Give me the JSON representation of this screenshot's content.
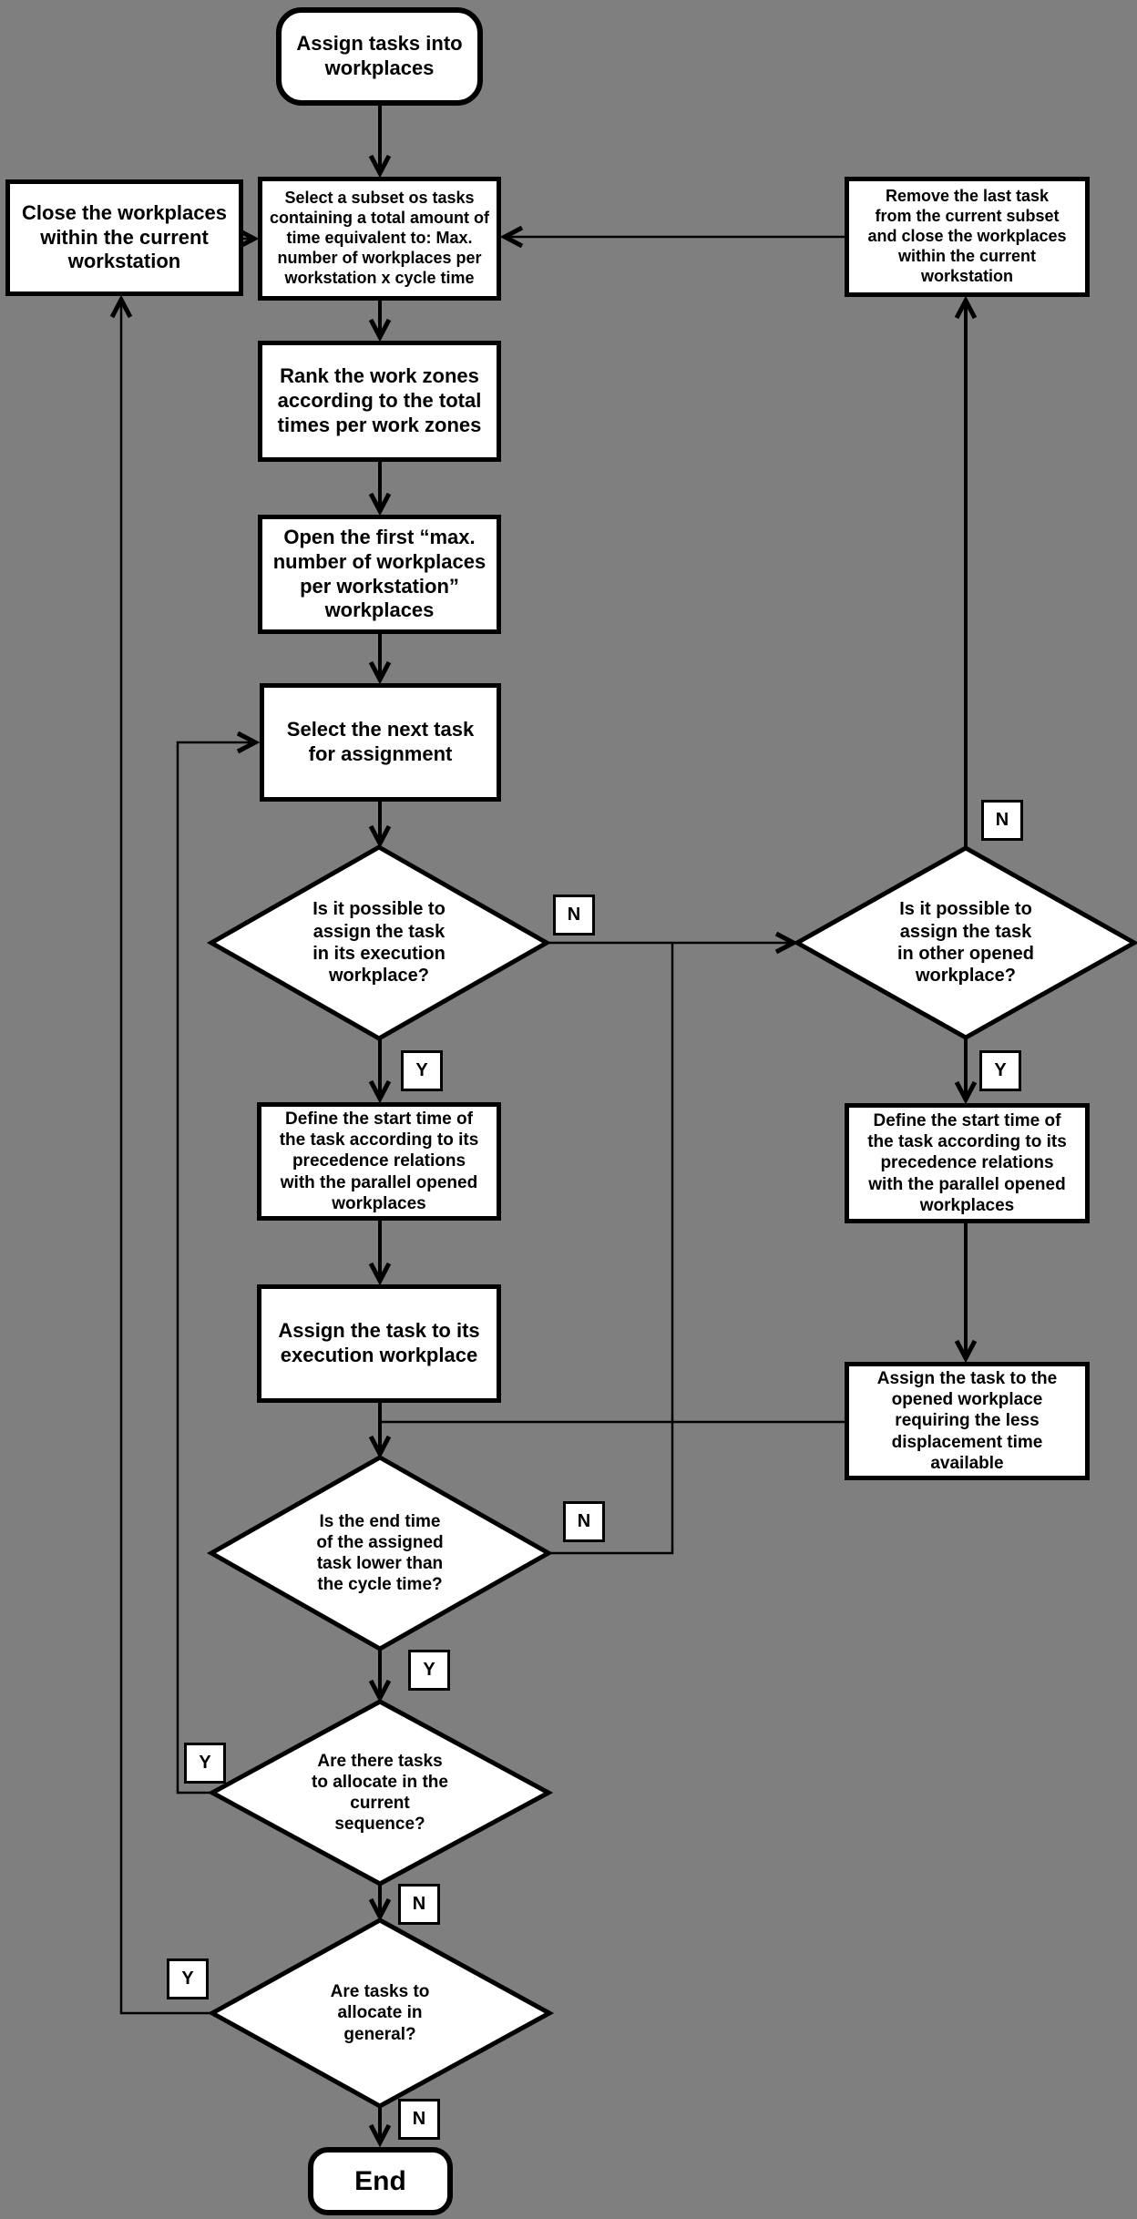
{
  "colors": {
    "background": "#7f7f7f",
    "shape_fill": "#ffffff",
    "shape_border": "#000000",
    "text": "#000000"
  },
  "branch_labels": {
    "yes": "Y",
    "no": "N"
  },
  "nodes": {
    "start": {
      "type": "terminator",
      "label": "Assign tasks into\nworkplaces"
    },
    "select_subset": {
      "type": "process",
      "label": "Select a subset os tasks\ncontaining a total amount of\ntime equivalent to: Max.\nnumber of workplaces per\nworkstation x cycle time"
    },
    "close_workplaces": {
      "type": "process",
      "label": "Close the workplaces\nwithin the current\nworkstation"
    },
    "remove_last_task": {
      "type": "process",
      "label": "Remove the last task\nfrom the current subset\nand close the workplaces\nwithin the current\nworkstation"
    },
    "rank_work_zones": {
      "type": "process",
      "label": "Rank the work zones\naccording to the total\ntimes per work zones"
    },
    "open_first_workplaces": {
      "type": "process",
      "label": "Open the first “max.\nnumber of workplaces\nper workstation”\nworkplaces"
    },
    "select_next_task": {
      "type": "process",
      "label": "Select the next task\nfor assignment"
    },
    "decision_execution_workplace": {
      "type": "decision",
      "label": "Is it possible to\nassign the task\nin its execution\nworkplace?"
    },
    "decision_other_workplace": {
      "type": "decision",
      "label": "Is it possible to\nassign the task\nin other opened\nworkplace?"
    },
    "define_start_time_left": {
      "type": "process",
      "label": "Define the start time of\nthe task according to its\nprecedence relations\nwith the parallel opened\nworkplaces"
    },
    "define_start_time_right": {
      "type": "process",
      "label": "Define the start time of\nthe task according to its\nprecedence relations\nwith the parallel opened\nworkplaces"
    },
    "assign_execution_workplace": {
      "type": "process",
      "label": "Assign the task to its\nexecution workplace"
    },
    "assign_opened_workplace": {
      "type": "process",
      "label": "Assign the task to the\nopened workplace\nrequiring the less\ndisplacement time\navailable"
    },
    "decision_end_time": {
      "type": "decision",
      "label": "Is the end time\nof the assigned\ntask lower than\nthe cycle time?"
    },
    "decision_tasks_sequence": {
      "type": "decision",
      "label": "Are there tasks\nto allocate in the\ncurrent\nsequence?"
    },
    "decision_tasks_general": {
      "type": "decision",
      "label": "Are tasks to\nallocate in\ngeneral?"
    },
    "end": {
      "type": "terminator",
      "label": "End"
    }
  },
  "edges": [
    {
      "from": "start",
      "to": "select_subset",
      "label": ""
    },
    {
      "from": "select_subset",
      "to": "rank_work_zones",
      "label": ""
    },
    {
      "from": "rank_work_zones",
      "to": "open_first_workplaces",
      "label": ""
    },
    {
      "from": "open_first_workplaces",
      "to": "select_next_task",
      "label": ""
    },
    {
      "from": "select_next_task",
      "to": "decision_execution_workplace",
      "label": ""
    },
    {
      "from": "decision_execution_workplace",
      "to": "decision_other_workplace",
      "label": "N"
    },
    {
      "from": "decision_execution_workplace",
      "to": "define_start_time_left",
      "label": "Y"
    },
    {
      "from": "define_start_time_left",
      "to": "assign_execution_workplace",
      "label": ""
    },
    {
      "from": "assign_execution_workplace",
      "to": "decision_end_time",
      "label": ""
    },
    {
      "from": "decision_end_time",
      "to": "decision_other_workplace",
      "label": "N"
    },
    {
      "from": "decision_end_time",
      "to": "decision_tasks_sequence",
      "label": "Y"
    },
    {
      "from": "decision_other_workplace",
      "to": "remove_last_task",
      "label": "N"
    },
    {
      "from": "decision_other_workplace",
      "to": "define_start_time_right",
      "label": "Y"
    },
    {
      "from": "define_start_time_right",
      "to": "assign_opened_workplace",
      "label": ""
    },
    {
      "from": "assign_opened_workplace",
      "to": "decision_end_time",
      "label": ""
    },
    {
      "from": "remove_last_task",
      "to": "select_subset",
      "label": ""
    },
    {
      "from": "close_workplaces",
      "to": "select_subset",
      "label": ""
    },
    {
      "from": "decision_tasks_sequence",
      "to": "select_next_task",
      "label": "Y"
    },
    {
      "from": "decision_tasks_sequence",
      "to": "decision_tasks_general",
      "label": "N"
    },
    {
      "from": "decision_tasks_general",
      "to": "close_workplaces",
      "label": "Y"
    },
    {
      "from": "decision_tasks_general",
      "to": "end",
      "label": "N"
    }
  ]
}
